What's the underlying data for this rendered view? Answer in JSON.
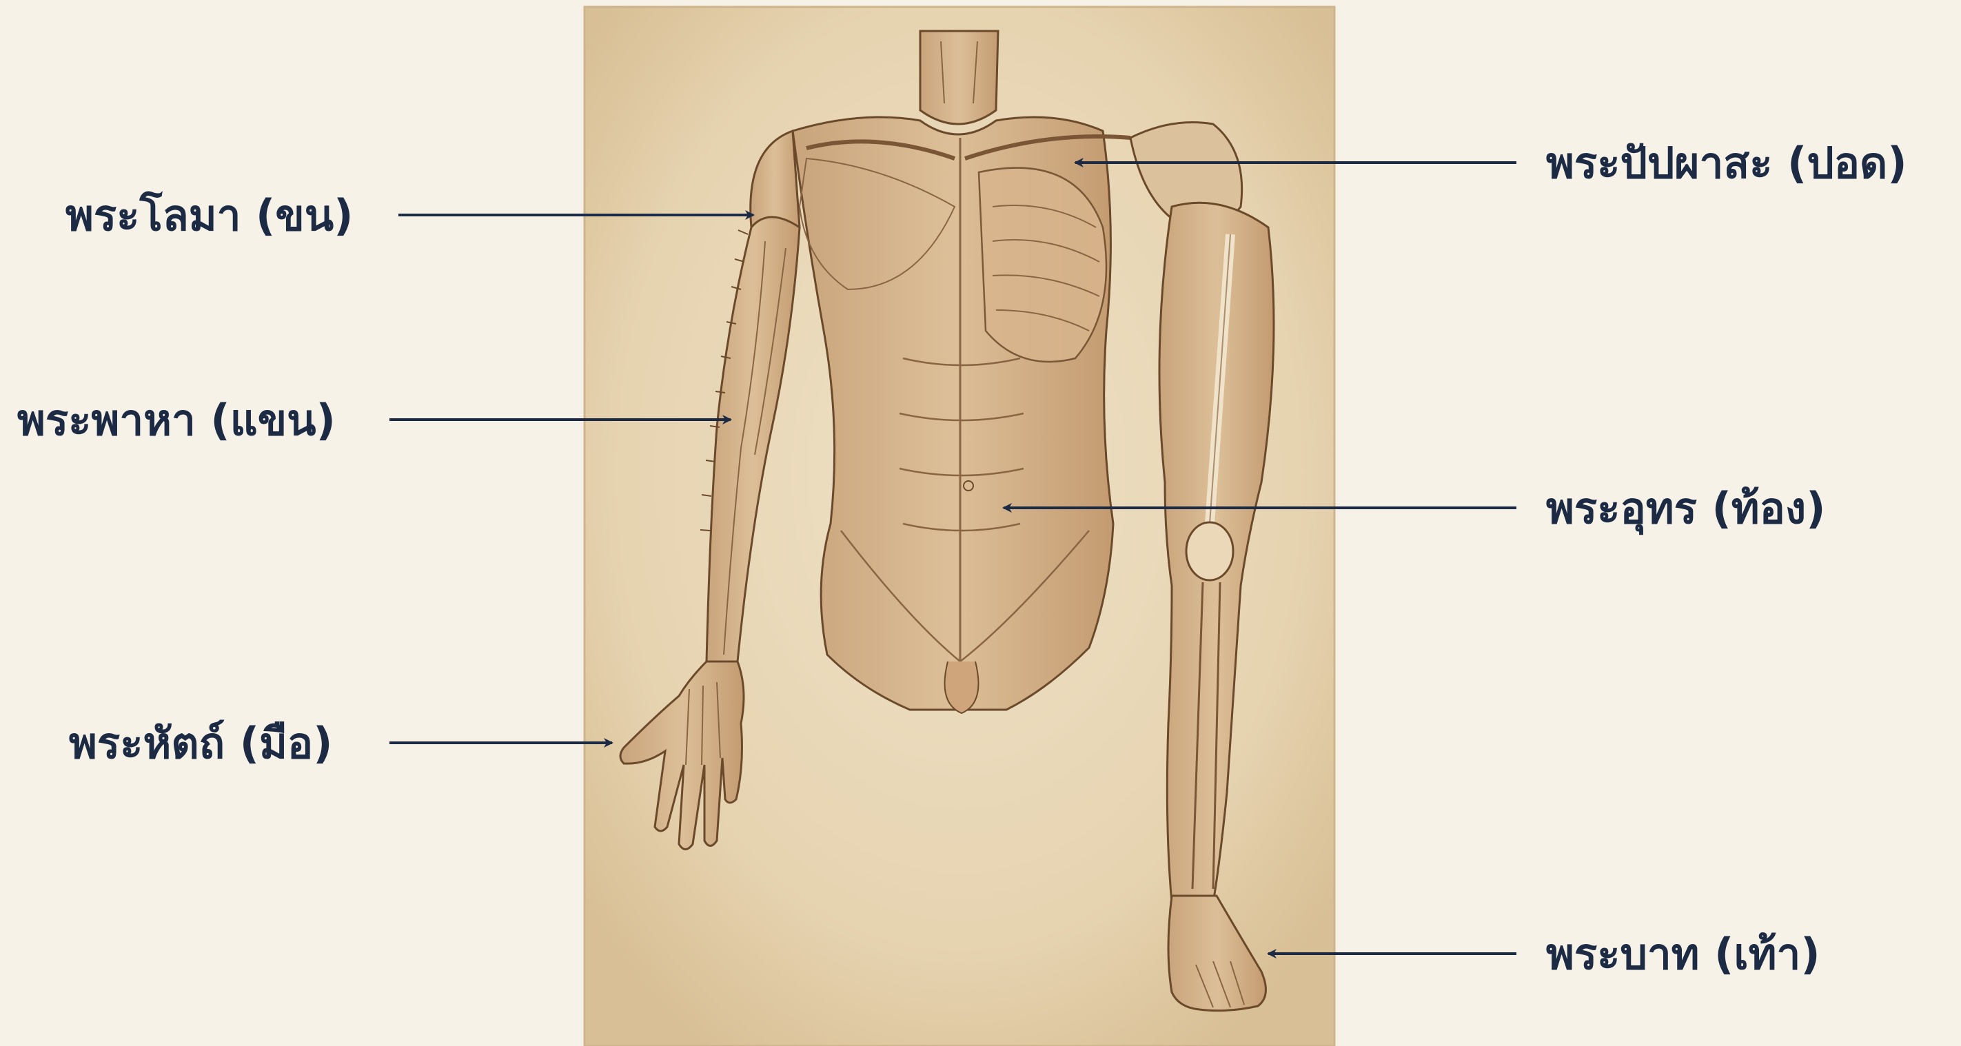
{
  "colors": {
    "background": "#f6f2e8",
    "paper": "#e7d6b6",
    "paper_edge": "#cdb48d",
    "ink": "#6b4a2b",
    "label_text": "#1c2a44",
    "arrow": "#1c2a44"
  },
  "labels": {
    "hair": "พระโลมา (ขน)",
    "arm": "พระพาหา (แขน)",
    "hand": "พระหัตถ์ (มือ)",
    "lung": "พระปัปผาสะ (ปอด)",
    "belly": "พระอุทร (ท้อง)",
    "foot": "พระบาท (เท้า)"
  },
  "illustration": {
    "subject": "anatomical drawing of the human torso, arm and leg",
    "style": "sepia sketch on aged paper"
  }
}
